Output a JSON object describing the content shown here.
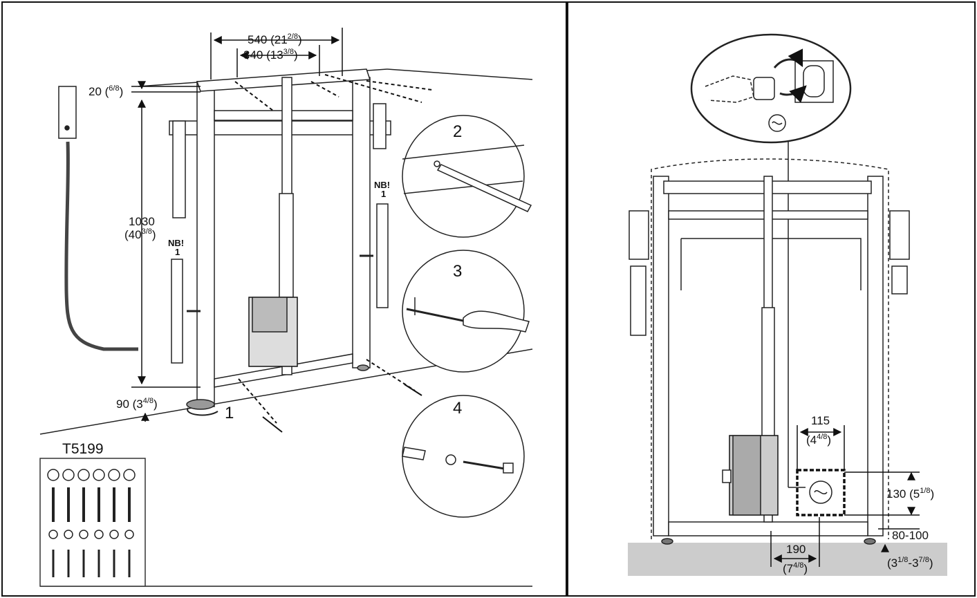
{
  "left": {
    "dim_width_outer": "540 (21",
    "dim_width_outer_frac": "2/8",
    "dim_width_inner": "340 (13",
    "dim_width_inner_frac": "3/8",
    "dim_top": "20 (",
    "dim_top_frac": "6/8",
    "dim_height_mm": "1030",
    "dim_height_in": "(40",
    "dim_height_in_frac": "3/8",
    "dim_bottom": "90 (3",
    "dim_bottom_frac": "4/8",
    "note_left": "NB!",
    "note_left_num": "1",
    "note_right": "NB!",
    "note_right_num": "1",
    "step_1": "1",
    "step_2": "2",
    "step_3": "3",
    "step_4": "4",
    "kit_code": "T5199"
  },
  "right": {
    "dim_box_w_mm": "115",
    "dim_box_w_in": "(4",
    "dim_box_w_in_frac": "4/8",
    "dim_box_h": "130 (5",
    "dim_box_h_frac": "1/8",
    "dim_floor_mm": "80-100",
    "dim_floor_in": "(3",
    "dim_floor_in_frac1": "1/8",
    "dim_floor_in_mid": "-3",
    "dim_floor_in_frac2": "7/8",
    "dim_offset_mm": "190",
    "dim_offset_in": "(7",
    "dim_offset_in_frac": "4/8"
  }
}
